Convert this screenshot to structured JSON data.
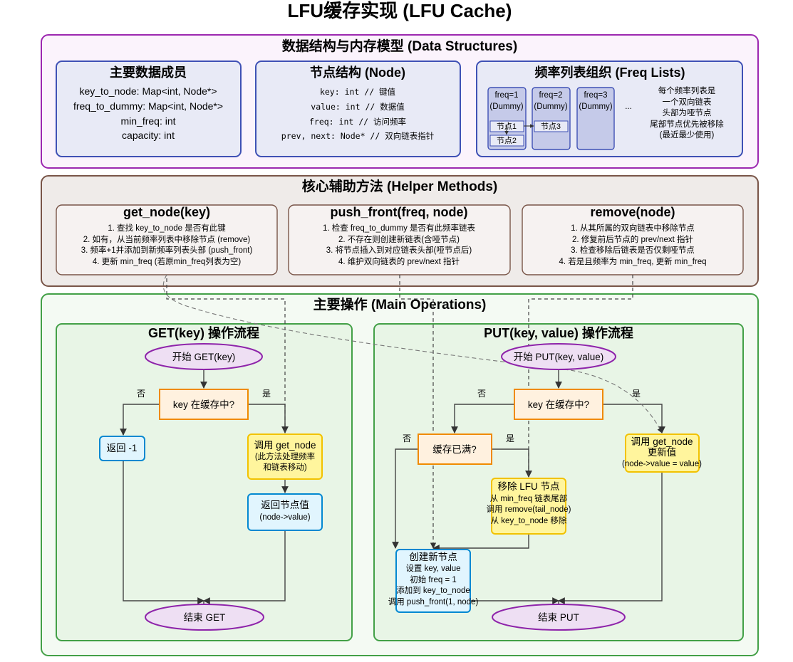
{
  "title": "LFU缓存实现 (LFU Cache)",
  "data_structures": {
    "title": "数据结构与内存模型 (Data Structures)",
    "members": {
      "title": "主要数据成员",
      "lines": [
        "key_to_node: Map<int, Node*>",
        "freq_to_dummy: Map<int, Node*>",
        "min_freq: int",
        "capacity: int"
      ]
    },
    "node": {
      "title": "节点结构 (Node)",
      "lines": [
        "key: int // 键值",
        "value: int // 数据值",
        "freq: int // 访问频率",
        "prev, next: Node* // 双向链表指针"
      ]
    },
    "freq_lists": {
      "title": "频率列表组织 (Freq Lists)",
      "columns": [
        {
          "freq": "freq=1",
          "dummy": "(Dummy)",
          "nodes": [
            "节点1",
            "节点2"
          ]
        },
        {
          "freq": "freq=2",
          "dummy": "(Dummy)",
          "nodes": [
            "节点3"
          ]
        },
        {
          "freq": "freq=3",
          "dummy": "(Dummy)",
          "nodes": []
        }
      ],
      "ellipsis": "...",
      "notes": [
        "每个频率列表是",
        "一个双向链表",
        "头部为哑节点",
        "尾部节点优先被移除",
        "(最近最少使用)"
      ]
    }
  },
  "helpers": {
    "title": "核心辅助方法 (Helper Methods)",
    "get_node": {
      "title": "get_node(key)",
      "lines": [
        "1. 查找 key_to_node 是否有此键",
        "2. 如有，从当前频率列表中移除节点 (remove)",
        "3. 频率+1并添加到新频率列表头部 (push_front)",
        "4. 更新 min_freq (若原min_freq列表为空)"
      ]
    },
    "push_front": {
      "title": "push_front(freq, node)",
      "lines": [
        "1. 检查 freq_to_dummy 是否有此频率链表",
        "2. 不存在则创建新链表(含哑节点)",
        "3. 将节点插入到对应链表头部(哑节点后)",
        "4. 维护双向链表的 prev/next 指针"
      ]
    },
    "remove": {
      "title": "remove(node)",
      "lines": [
        "1. 从其所属的双向链表中移除节点",
        "2. 修复前后节点的 prev/next 指针",
        "3. 检查移除后链表是否仅剩哑节点",
        "4. 若是且频率为 min_freq, 更新 min_freq"
      ]
    }
  },
  "main_ops": {
    "title": "主要操作 (Main Operations)",
    "get_flow": {
      "title": "GET(key) 操作流程",
      "start": "开始 GET(key)",
      "decision": "key 在缓存中?",
      "no": "否",
      "yes": "是",
      "return_neg": "返回 -1",
      "call_get_node": [
        "调用 get_node",
        "(此方法处理频率",
        "和链表移动)"
      ],
      "return_value": [
        "返回节点值",
        "(node->value)"
      ],
      "end": "结束 GET"
    },
    "put_flow": {
      "title": "PUT(key, value) 操作流程",
      "start": "开始 PUT(key, value)",
      "decision": "key 在缓存中?",
      "no": "否",
      "yes": "是",
      "full": "缓存已满?",
      "full_no": "否",
      "full_yes": "是",
      "update": [
        "调用 get_node",
        "更新值",
        "(node->value = value)"
      ],
      "evict": [
        "移除 LFU 节点",
        "从 min_freq 链表尾部",
        "调用 remove(tail_node)",
        "从 key_to_node 移除"
      ],
      "create": [
        "创建新节点",
        "设置 key, value",
        "初始 freq = 1",
        "添加到 key_to_node",
        "调用 push_front(1, node)"
      ],
      "end": "结束 PUT"
    }
  },
  "colors": {
    "ds_border": "#9c27b0",
    "ds_bg": "#fbf3fc",
    "helper_border": "#795548",
    "helper_bg": "#efebe9",
    "ops_border": "#43a047",
    "ops_bg": "#f4faf3",
    "card_border": "#3f51b5",
    "card_bg": "#e8eaf6",
    "terminal_fill": "#eedff3",
    "terminal_stroke": "#8e24aa",
    "decision_fill": "#fff1df",
    "decision_stroke": "#f08a00",
    "action_fill": "#fff59d",
    "action_stroke": "#f2c200",
    "return_fill": "#e1f5fe",
    "return_stroke": "#0288d1"
  }
}
